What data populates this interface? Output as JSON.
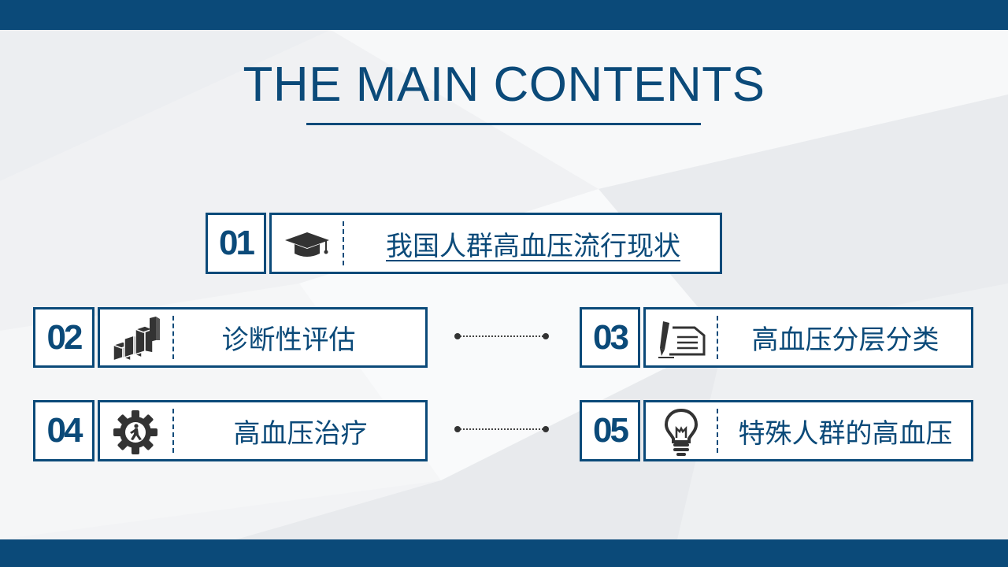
{
  "slide": {
    "title": "THE MAIN CONTENTS",
    "items": [
      {
        "number": "01",
        "label": "我国人群高血压流行现状",
        "icon": "graduation-cap-icon"
      },
      {
        "number": "02",
        "label": "诊断性评估",
        "icon": "bar-blocks-icon"
      },
      {
        "number": "03",
        "label": "高血压分层分类",
        "icon": "pen-paper-icon"
      },
      {
        "number": "04",
        "label": "高血压治疗",
        "icon": "gear-runner-icon"
      },
      {
        "number": "05",
        "label": "特殊人群的高血压",
        "icon": "light-bulb-icon"
      }
    ]
  },
  "colors": {
    "accent": "#0b4a79",
    "icon": "#333333",
    "background": "#f3f4f6"
  }
}
